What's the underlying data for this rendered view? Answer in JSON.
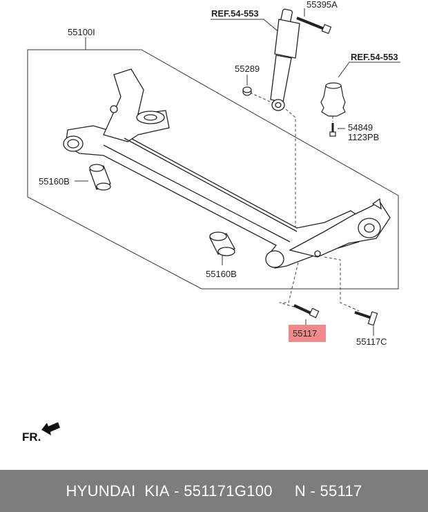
{
  "labels": {
    "assembly": "55100I",
    "shock_ref": "REF.54-553",
    "bolt_top": "55395A",
    "nut": "55289",
    "bumper_ref": "REF.54-553",
    "bumper_bolt_a": "54849",
    "bumper_bolt_b": "1123PB",
    "bushing_left": "55160B",
    "bushing_right": "55160B",
    "highlighted_bolt": "55117",
    "bolt_c": "55117C",
    "front_marker": "FR."
  },
  "colors": {
    "highlight": "#f08a8a",
    "footer_bg": "#7d7d7d",
    "footer_text": "#ffffff"
  },
  "footer": {
    "brand": "HYUNDAI  KIA",
    "part_number": "551171G100",
    "diagram_number": "N - 55117"
  }
}
